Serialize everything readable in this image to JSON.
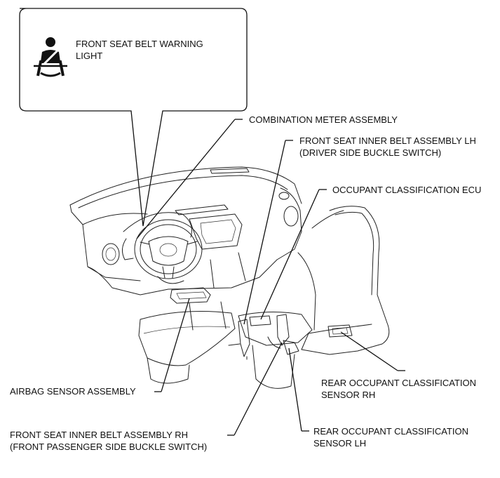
{
  "callout": {
    "icon": "seat-belt-warning-icon",
    "title_line1": "FRONT SEAT BELT WARNING",
    "title_line2": "LIGHT"
  },
  "labels": {
    "combination_meter": "COMBINATION METER ASSEMBLY",
    "inner_belt_lh_line1": "FRONT SEAT INNER BELT ASSEMBLY LH",
    "inner_belt_lh_line2": "(DRIVER SIDE BUCKLE SWITCH)",
    "occupant_ecu": "OCCUPANT CLASSIFICATION ECU",
    "rear_sensor_rh_line1": "REAR OCCUPANT CLASSIFICATION",
    "rear_sensor_rh_line2": "SENSOR RH",
    "airbag_sensor": "AIRBAG SENSOR ASSEMBLY",
    "inner_belt_rh_line1": "FRONT SEAT INNER BELT ASSEMBLY RH",
    "inner_belt_rh_line2": "(FRONT PASSENGER SIDE BUCKLE SWITCH)",
    "rear_sensor_lh_line1": "REAR OCCUPANT CLASSIFICATION",
    "rear_sensor_lh_line2": "SENSOR LH"
  }
}
